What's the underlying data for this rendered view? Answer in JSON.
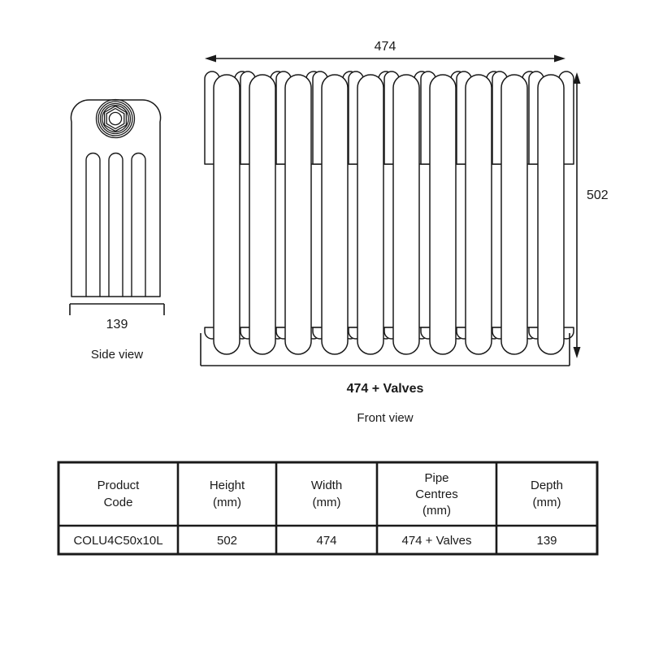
{
  "drawing": {
    "title": "Radiator technical dimension drawing",
    "line_color": "#1a1a1a",
    "background": "#ffffff",
    "side_view": {
      "label": "Side view",
      "depth_dimension": "139",
      "columns": 4,
      "slots": 3,
      "fitting": "hex-nut"
    },
    "front_view": {
      "label": "Front view",
      "width_dimension": "474",
      "height_dimension": "502",
      "pipe_centres_dimension": "474 + Valves",
      "sections": 10
    }
  },
  "table": {
    "headers": [
      "Product\nCode",
      "Height\n(mm)",
      "Width\n(mm)",
      "Pipe\nCentres\n(mm)",
      "Depth\n(mm)"
    ],
    "header_lines": [
      [
        "Product",
        "Code"
      ],
      [
        "Height",
        "(mm)"
      ],
      [
        "Width",
        "(mm)"
      ],
      [
        "Pipe",
        "Centres",
        "(mm)"
      ],
      [
        "Depth",
        "(mm)"
      ]
    ],
    "row": {
      "product_code": "COLU4C50x10L",
      "height_mm": "502",
      "width_mm": "474",
      "pipe_centres_mm": "474 + Valves",
      "depth_mm": "139"
    }
  },
  "chart_data": {
    "type": "table",
    "title": "Radiator dimensions",
    "categories": [
      "Product Code",
      "Height (mm)",
      "Width (mm)",
      "Pipe Centres (mm)",
      "Depth (mm)"
    ],
    "values": [
      "COLU4C50x10L",
      "502",
      "474",
      "474 + Valves",
      "139"
    ]
  }
}
